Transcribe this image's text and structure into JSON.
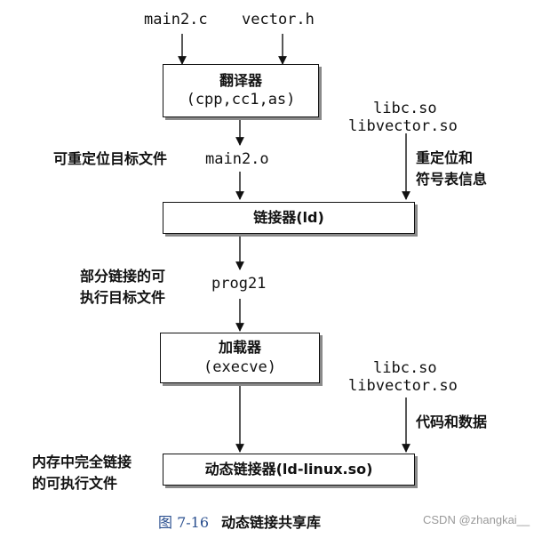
{
  "inputs": {
    "source_file": "main2.c",
    "header_file": "vector.h"
  },
  "translator_box": {
    "title": "翻译器",
    "subtitle": "(cpp,cc1,as)"
  },
  "libraries_top": {
    "lib1": "libc.so",
    "lib2": "libvector.so"
  },
  "relocatable": {
    "label": "可重定位目标文件",
    "file": "main2.o"
  },
  "relocation_info": {
    "line1": "重定位和",
    "line2": "符号表信息"
  },
  "linker_box": {
    "label": "链接器(ld)"
  },
  "partial_exec": {
    "line1": "部分链接的可",
    "line2": "执行目标文件",
    "file": "prog21"
  },
  "loader_box": {
    "title": "加载器",
    "subtitle": "(execve)"
  },
  "libraries_bottom": {
    "lib1": "libc.so",
    "lib2": "libvector.so"
  },
  "code_data": {
    "label": "代码和数据"
  },
  "memory_exec": {
    "line1": "内存中完全链接",
    "line2": "的可执行文件"
  },
  "dynamic_linker_box": {
    "label": "动态链接器(ld-linux.so)"
  },
  "caption": {
    "figure_number": "图 7-16",
    "title": "动态链接共享库"
  },
  "watermark": {
    "text": "CSDN @zhangkai__"
  }
}
